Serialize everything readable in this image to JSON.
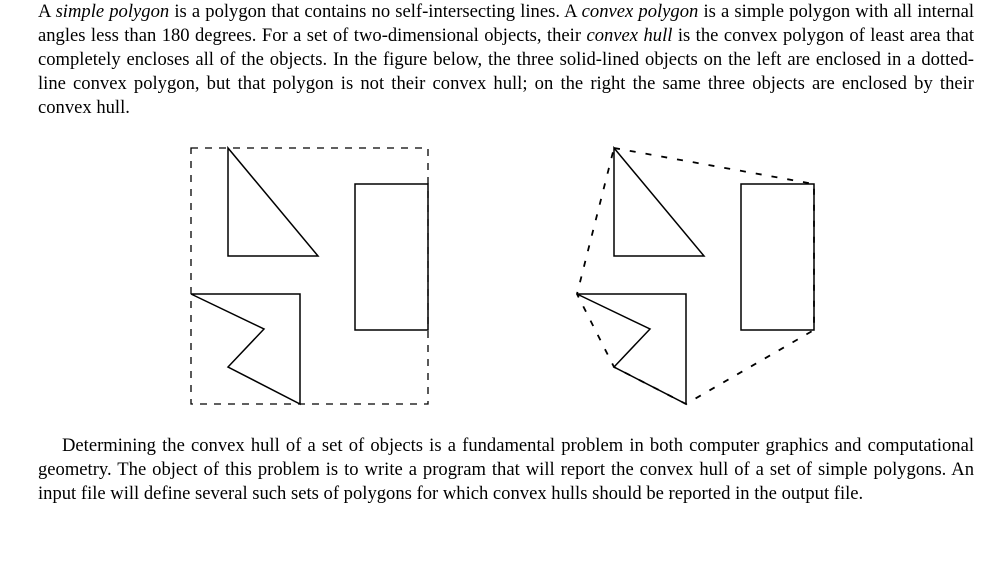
{
  "para1": {
    "t1": "A ",
    "e1": "simple polygon",
    "t2": " is a polygon that contains no self-intersecting lines. A ",
    "e2": "convex polygon",
    "t3": " is a simple polygon with all internal angles less than 180 degrees. For a set of two-dimensional objects, their ",
    "e3": "convex hull",
    "t4": " is the convex polygon of least area that completely encloses all of the objects. In the figure below, the three solid-lined objects on the left are enclosed in a dotted-line convex polygon, but that polygon is not their convex hull; on the right the same three objects are enclosed by their convex hull."
  },
  "para2": "Determining the convex hull of a set of objects is a fundamental problem in both computer graphics and computational geometry. The object of this problem is to write a program that will report the convex hull of a set of simple polygons. An input file will define several such sets of polygons for which convex hulls should be reported in the output file."
}
